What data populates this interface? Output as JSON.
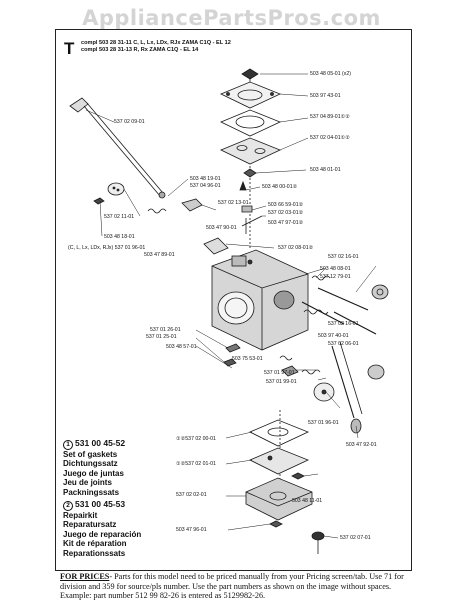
{
  "watermark": "AppliancePartsPros.com",
  "sheet": {
    "letter": "T",
    "header": [
      "compl 503 28 31-11 C, L, Lx, LDx, RJx ZAMA C1Q - EL 12",
      "compl 503 28 31-13 R, Rx ZAMA C1Q - EL 14"
    ]
  },
  "labels": [
    "503 48 05-01 (x2)",
    "503 97 43-01",
    "537 04 89-01①②",
    "537 02 04-01①②",
    "503 48 01-01",
    "537 02 09-01",
    "503 48 19-01",
    "537 04 96-01",
    "503 48 00-01②",
    "537 02 13-01",
    "503 66 59-01②",
    "537 02 03-01②",
    "503 47 90-01",
    "503 47 97-01②",
    "537 02 11-01",
    "503 48 18-01",
    "(C, L, Lx, LDx, RJx) 537 01 96-01",
    "537 02 08-01②",
    "503 47 89-01",
    "537 02 16-01",
    "503 48 08-01",
    "537 12 79-01",
    "537 02 16-01",
    "537 01 26-01",
    "537 01 25-01",
    "503 97 40-01",
    "537 02 06-01",
    "537 01 97-01",
    "503 75 53-01",
    "503 48 57-01",
    "537 01 99-01",
    "537 01 96-01",
    "①②537 02 00-01",
    "503 47 92-01",
    "①②537 02 01-01",
    "503 48 11-01",
    "537 02 02-01",
    "503 47 96-01",
    "537 02 07-01"
  ],
  "kits": [
    {
      "marker": "1",
      "number": "531 00 45-52",
      "lines": [
        "Set of gaskets",
        "Dichtungssatz",
        "Juego de juntas",
        "Jeu de joints",
        "Packningssats"
      ]
    },
    {
      "marker": "2",
      "number": "531 00 45-53",
      "lines": [
        "Repairkit",
        "Reparatursatz",
        "Juego de reparación",
        "Kit de réparation",
        "Reparationssats"
      ]
    }
  ],
  "footer": {
    "heading": "FOR PRICES",
    "text": "- Parts for this model need to be priced manually from your Pricing screen/tab. Use 71 for division and 359 for source/pls number. Use the part numbers as shown on the image without spaces. Example: part number 512 99 82-26 is entered as 5129982-26."
  }
}
